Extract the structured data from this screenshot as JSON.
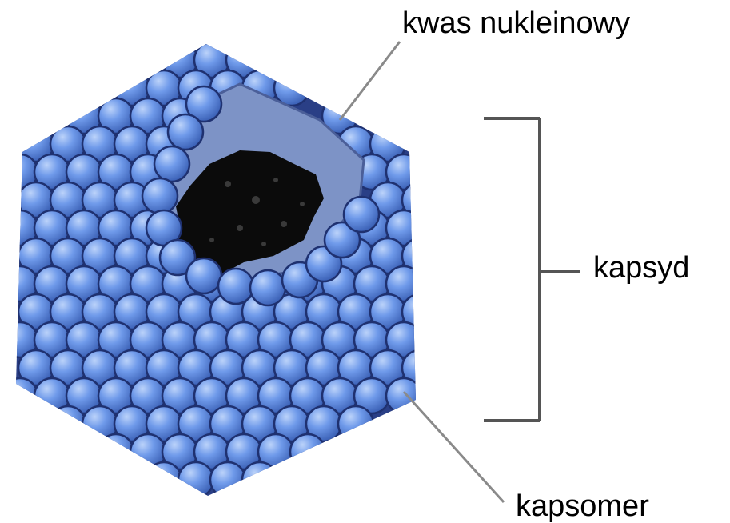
{
  "labels": {
    "nucleic_acid": "kwas nukleinowy",
    "capsid": "kapsyd",
    "capsomer": "kapsomer"
  },
  "colors": {
    "capsomer_fill": "#5b8ae0",
    "capsomer_highlight": "#a9c5f5",
    "capsomer_outline": "#1f3170",
    "interior_fill": "#7d93c6",
    "nucleic_acid_fill": "#0a0a0a",
    "leader_line": "#8a8a8a",
    "bracket": "#555555",
    "text": "#000000"
  },
  "components": {
    "particle": "icosahedral-virus",
    "subunit": "capsomer-sphere",
    "core": "nucleic-acid-mass"
  }
}
